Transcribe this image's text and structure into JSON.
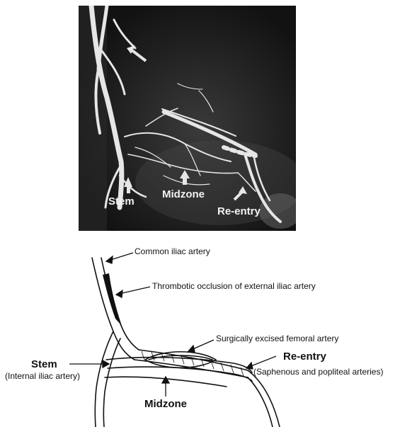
{
  "photo": {
    "labels": {
      "stem": "Stem",
      "midzone": "Midzone",
      "reentry": "Re-entry"
    }
  },
  "diagram": {
    "common_iliac": "Common iliac artery",
    "thrombotic": "Thrombotic occlusion of external iliac artery",
    "excised": "Surgically excised femoral artery",
    "stem": "Stem",
    "stem_sub": "(Internal iliac artery)",
    "reentry": "Re-entry",
    "reentry_sub": "(Saphenous and popliteal arteries)",
    "midzone": "Midzone"
  },
  "colors": {
    "photo_bg": "#121212",
    "vessel": "#e6e6e6",
    "bleed_text": "#b9b9b9",
    "line": "#111111"
  }
}
